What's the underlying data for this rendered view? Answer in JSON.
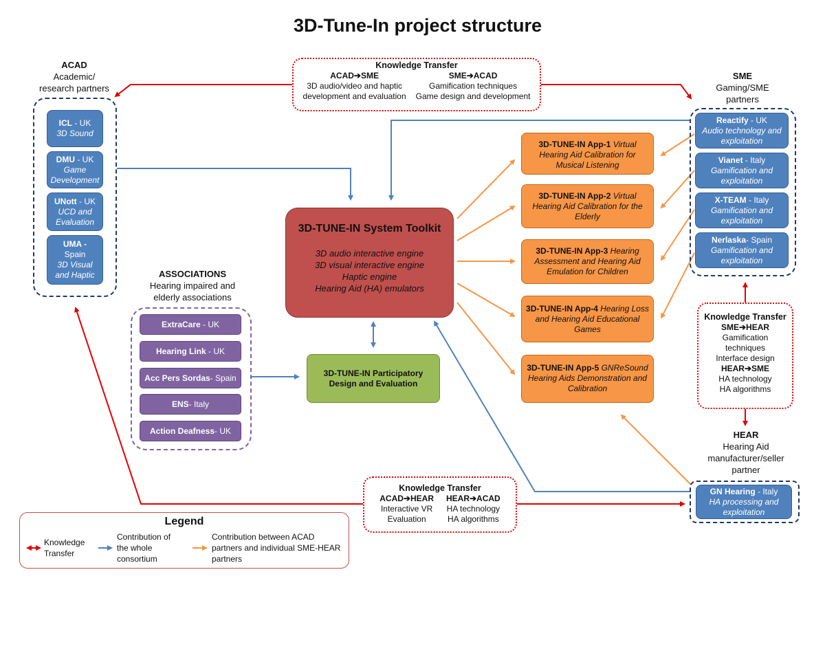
{
  "title": "3D-Tune-In project structure",
  "acad": {
    "head": "ACAD",
    "sub1": "Academic/",
    "sub2": "research partners",
    "partners": [
      {
        "name": "ICL",
        "country": " - UK",
        "role": "3D Sound"
      },
      {
        "name": "DMU",
        "country": " - UK",
        "role": "Game Development"
      },
      {
        "name": "UNott",
        "country": " - UK",
        "role": "UCD and Evaluation"
      },
      {
        "name": "UMA -",
        "country": "Spain",
        "role": "3D Visual and Haptic"
      }
    ]
  },
  "sme": {
    "head": "SME",
    "sub1": "Gaming/SME",
    "sub2": "partners",
    "partners": [
      {
        "name": "Reactify",
        "country": " - UK",
        "role": "Audio technology and exploitation"
      },
      {
        "name": "Vianet",
        "country": " - Italy",
        "role": "Gamification and exploitation"
      },
      {
        "name": "X-TEAM",
        "country": " - Italy",
        "role": "Gamification and exploitation"
      },
      {
        "name": "Nerlaska",
        "country": "- Spain",
        "role": "Gamification and exploitation"
      }
    ]
  },
  "associations": {
    "head": "ASSOCIATIONS",
    "sub1": "Hearing impaired and",
    "sub2": "elderly associations",
    "members": [
      {
        "name": "ExtraCare",
        "country": " - UK"
      },
      {
        "name": "Hearing Link",
        "country": " - UK"
      },
      {
        "name": "Acc Pers Sordas",
        "country": "- Spain"
      },
      {
        "name": "ENS",
        "country": "- Italy"
      },
      {
        "name": "Action Deafness",
        "country": "- UK"
      }
    ]
  },
  "hear": {
    "head": "HEAR",
    "sub1": "Hearing Aid",
    "sub2": "manufacturer/seller",
    "sub3": "partner",
    "partner": {
      "name": "GN Hearing",
      "country": " - Italy",
      "role": "HA processing and exploitation"
    }
  },
  "toolkit": {
    "title": "3D-TUNE-IN System Toolkit",
    "lines": [
      "3D audio interactive engine",
      "3D visual interactive engine",
      "Haptic engine",
      "Hearing Aid (HA) emulators"
    ]
  },
  "participatory": {
    "line1": "3D-TUNE-IN Participatory",
    "line2": "Design and Evaluation"
  },
  "apps": [
    {
      "id": "3D-TUNE-IN App-1",
      "desc": "Virtual Hearing Aid Calibration for Musical Listening"
    },
    {
      "id": "3D-TUNE-IN App-2",
      "desc": "Virtual Hearing Aid Calibration for the Elderly"
    },
    {
      "id": "3D-TUNE-IN App-3",
      "desc": "Hearing Assessment and Hearing Aid Emulation for Children"
    },
    {
      "id": "3D-TUNE-IN App-4",
      "desc": "Hearing Loss and Hearing Aid Educational Games"
    },
    {
      "id": "3D-TUNE-IN App-5",
      "desc": "GNReSound Hearing Aids Demonstration and Calibration"
    }
  ],
  "kt_top": {
    "head": "Knowledge Transfer",
    "left_head": "ACAD➔SME",
    "left_lines": [
      "3D audio/video and haptic",
      "development and evaluation"
    ],
    "right_head": "SME➔ACAD",
    "right_lines": [
      "Gamification techniques",
      "Game design and development"
    ]
  },
  "kt_right": {
    "head": "Knowledge Transfer",
    "a_head": "SME➔HEAR",
    "a_lines": [
      "Gamification",
      "techniques",
      "Interface design"
    ],
    "b_head": "HEAR➔SME",
    "b_lines": [
      "HA technology",
      "HA algorithms"
    ]
  },
  "kt_bottom": {
    "head": "Knowledge Transfer",
    "left_head": "ACAD➔HEAR",
    "left_lines": [
      "Interactive VR",
      "Evaluation"
    ],
    "right_head": "HEAR➔ACAD",
    "right_lines": [
      "HA technology",
      "HA algorithms"
    ]
  },
  "legend": {
    "title": "Legend",
    "kt": [
      "Knowledge",
      "Transfer"
    ],
    "whole": [
      "Contribution of",
      "the whole",
      "consortium"
    ],
    "between": [
      "Contribution between ACAD",
      "partners and individual SME-HEAR",
      "partners"
    ]
  },
  "colors": {
    "acad_blue": "#4f81bd",
    "assoc_purple": "#8064a2",
    "app_orange": "#f79646",
    "toolkit_red": "#c0504d",
    "participatory_green": "#9bbb59",
    "kt_arrow": "#e00000",
    "consortium_arrow": "#4f81bd",
    "partner_arrow": "#f79646"
  }
}
